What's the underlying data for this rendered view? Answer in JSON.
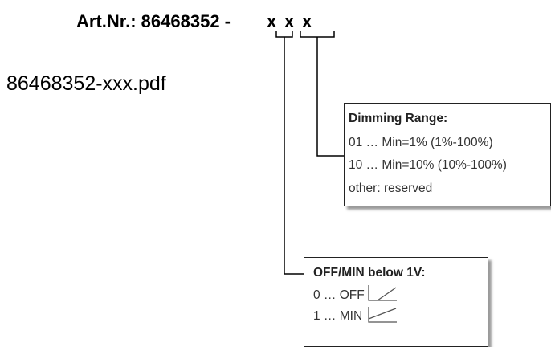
{
  "header": {
    "prefix": "Art.Nr.: 86468352  -",
    "code_chars": [
      "x",
      "x",
      "x"
    ]
  },
  "filename": "86468352-xxx.pdf",
  "boxes": {
    "dimming": {
      "title": "Dimming Range:",
      "lines": [
        "01 … Min=1% (1%-100%)",
        "10 … Min=10% (10%-100%)",
        "other: reserved"
      ]
    },
    "offmin": {
      "title": "OFF/MIN below 1V:",
      "lines": [
        "0 … OFF",
        "1 … MIN"
      ],
      "icons": [
        "ramp-off-icon",
        "ramp-min-icon"
      ]
    }
  }
}
